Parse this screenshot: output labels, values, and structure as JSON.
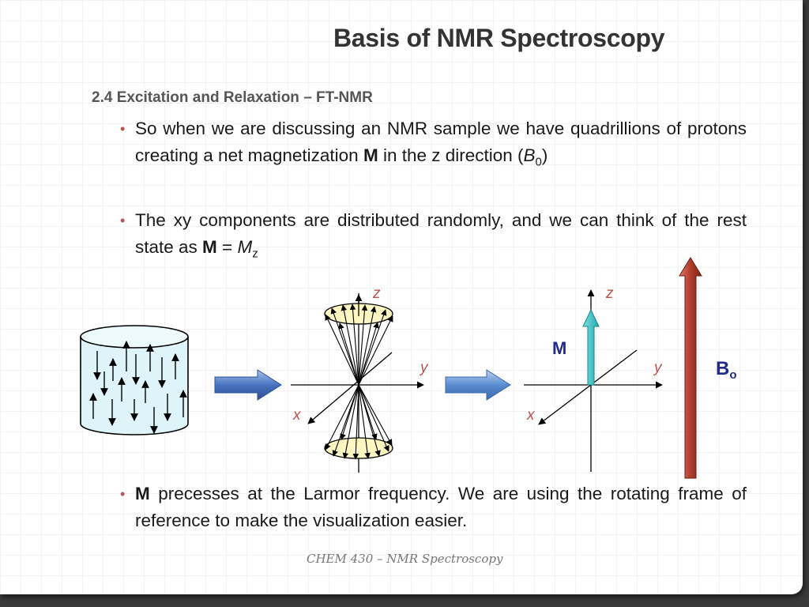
{
  "slide": {
    "title": "Basis of NMR Spectroscopy",
    "subtitle": "2.4 Excitation and Relaxation – FT-NMR",
    "footer": "CHEM 430 – NMR Spectroscopy"
  },
  "bullets": [
    {
      "marker": "•",
      "parts": {
        "a": "So when we are discussing an NMR sample we have quadrillions of protons creating a net magnetization ",
        "b": "M",
        "c": " in the z direction (",
        "d": "B",
        "e": "0",
        "f": ")"
      }
    },
    {
      "marker": "•",
      "parts": {
        "a": "The xy components are distributed randomly, and we can think of the rest state as ",
        "b": "M",
        "c": " = ",
        "d": "M",
        "e": "z"
      }
    },
    {
      "marker": "•",
      "parts": {
        "b": "M",
        "a": " precesses at the Larmor frequency.  We are using the rotating frame of reference to make the visualization easier."
      }
    }
  ],
  "diagram": {
    "cone_axes": {
      "z": "z",
      "y": "y",
      "x": "x"
    },
    "frame_axes": {
      "z": "z",
      "y": "y",
      "x": "x"
    },
    "magnetization_label": "M",
    "field_label": "B",
    "field_sub": "o",
    "colors": {
      "accent_red": "#c0504d",
      "cone_fill": "#fdf6c0",
      "cylinder_fill": "#dff4f8",
      "arrow_blue": "#4a74c0",
      "m_vector": "#3ec7c9",
      "field_arrow": "#b03c2e",
      "label_navy": "#1f2a8c"
    }
  }
}
